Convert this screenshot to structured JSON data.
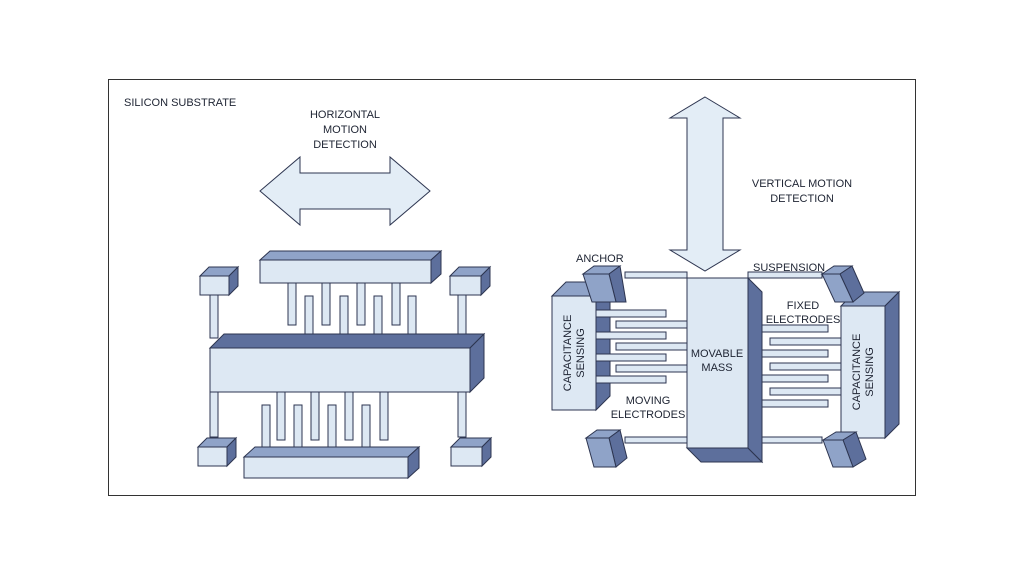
{
  "labels": {
    "substrate": "SILICON SUBSTRATE",
    "horizontal": [
      "HORIZONTAL",
      "MOTION",
      "DETECTION"
    ],
    "vertical": [
      "VERTICAL MOTION",
      "DETECTION"
    ],
    "anchor": "ANCHOR",
    "suspension": "SUSPENSION",
    "fixed_electrodes": [
      "FIXED",
      "ELECTRODES"
    ],
    "moving_electrodes": [
      "MOVING",
      "ELECTRODES"
    ],
    "movable_mass": [
      "MOVABLE",
      "MASS"
    ],
    "cap_left": [
      "CAPACITANCE",
      "SENSING"
    ],
    "cap_right": [
      "CAPACITANCE",
      "SENSING"
    ]
  },
  "colors": {
    "light": "#dde8f3",
    "mid": "#8fa3c8",
    "dark": "#5d6f9c",
    "stroke": "#2d3550",
    "frame": "#333333",
    "arrow": "#e3edf6"
  }
}
